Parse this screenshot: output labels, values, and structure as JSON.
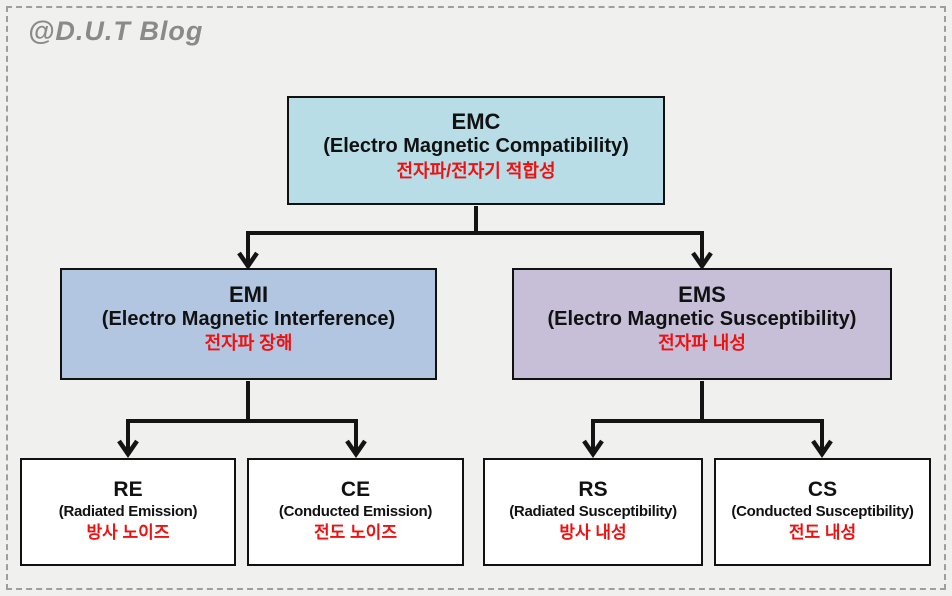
{
  "watermark": "@D.U.T Blog",
  "colors": {
    "background": "#f0f0ee",
    "dashed_frame": "#9e9e9e",
    "watermark_text": "#8a8a8a",
    "box_border": "#111111",
    "connector": "#141414",
    "korean_text": "#ee1111",
    "emc_fill": "#b8dde6",
    "emi_fill": "#b3c6e1",
    "ems_fill": "#c7bfd8",
    "leaf_fill": "#ffffff"
  },
  "tree": {
    "root": {
      "title": "EMC",
      "subtitle": "(Electro Magnetic Compatibility)",
      "korean": "전자파/전자기 적합성",
      "fill": "#b8dde6"
    },
    "level2": [
      {
        "title": "EMI",
        "subtitle": "(Electro Magnetic Interference)",
        "korean": "전자파 장해",
        "fill": "#b3c6e1"
      },
      {
        "title": "EMS",
        "subtitle": "(Electro Magnetic Susceptibility)",
        "korean": "전자파 내성",
        "fill": "#c7bfd8"
      }
    ],
    "level3": [
      {
        "title": "RE",
        "subtitle": "(Radiated Emission)",
        "korean": "방사 노이즈",
        "fill": "#ffffff"
      },
      {
        "title": "CE",
        "subtitle": "(Conducted Emission)",
        "korean": "전도 노이즈",
        "fill": "#ffffff"
      },
      {
        "title": "RS",
        "subtitle": "(Radiated Susceptibility)",
        "korean": "방사 내성",
        "fill": "#ffffff"
      },
      {
        "title": "CS",
        "subtitle": "(Conducted Susceptibility)",
        "korean": "전도 내성",
        "fill": "#ffffff"
      }
    ]
  }
}
